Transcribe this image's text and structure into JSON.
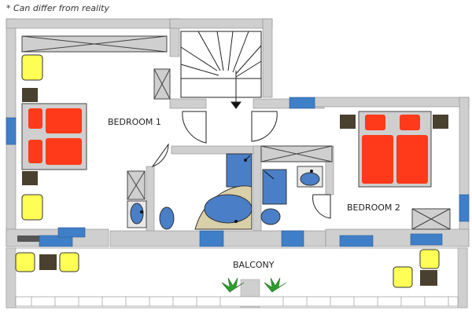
{
  "note": "* Can differ from reality",
  "rooms": {
    "bedroom1": "BEDROOM 1",
    "bedroom2": "BEDROOM 2",
    "balcony": "BALCONY"
  },
  "colors": {
    "wall": "#cfcfcf",
    "window": "#3f7fc7",
    "bed": "#ff3a1a",
    "chair": "#ffff55",
    "table": "#4a4030",
    "fixture": "#4a7fc7",
    "plant": "#2e9e2e"
  }
}
